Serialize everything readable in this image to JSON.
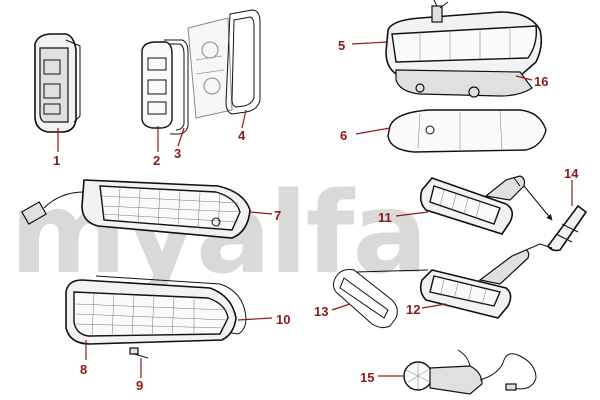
{
  "watermark": {
    "text": "myalfa",
    "color": "#d9d9d9"
  },
  "colors": {
    "callout": "#8b1a1a",
    "outline": "#111111",
    "part_fill": "#f2f2f2"
  },
  "callouts": [
    {
      "id": "1",
      "label": "1"
    },
    {
      "id": "2",
      "label": "2"
    },
    {
      "id": "3",
      "label": "3"
    },
    {
      "id": "4",
      "label": "4"
    },
    {
      "id": "5",
      "label": "5"
    },
    {
      "id": "6",
      "label": "6"
    },
    {
      "id": "7",
      "label": "7"
    },
    {
      "id": "8",
      "label": "8"
    },
    {
      "id": "9",
      "label": "9"
    },
    {
      "id": "10",
      "label": "10"
    },
    {
      "id": "11",
      "label": "11"
    },
    {
      "id": "12",
      "label": "12"
    },
    {
      "id": "13",
      "label": "13"
    },
    {
      "id": "14",
      "label": "14"
    },
    {
      "id": "15",
      "label": "15"
    },
    {
      "id": "16",
      "label": "16"
    }
  ]
}
